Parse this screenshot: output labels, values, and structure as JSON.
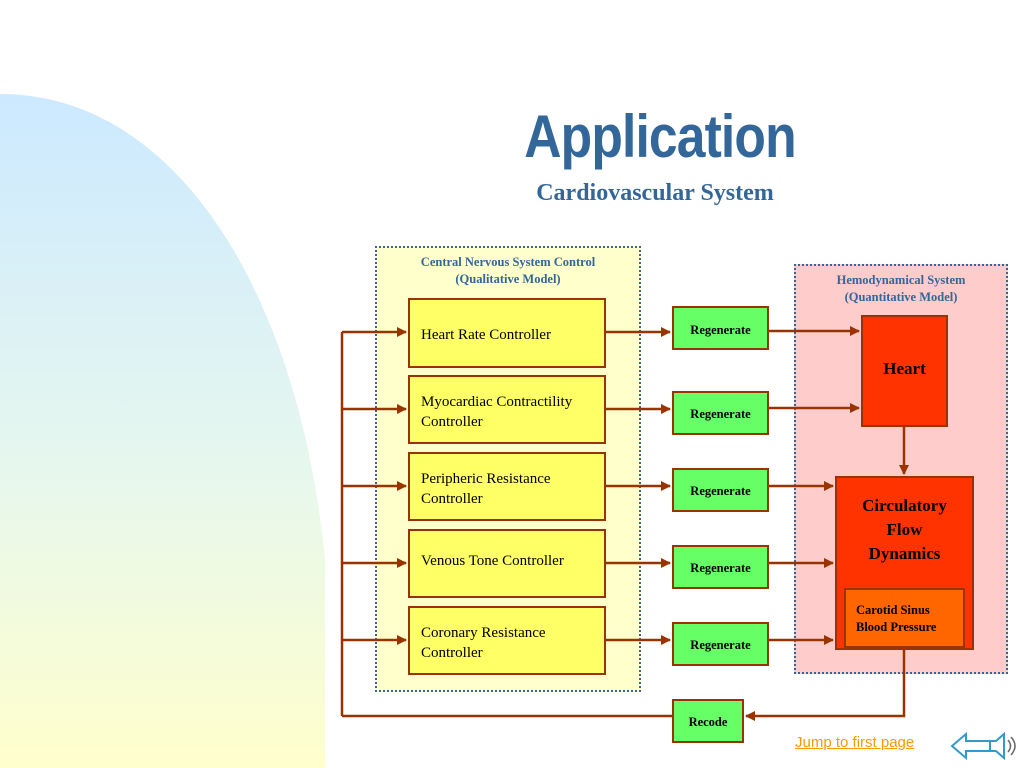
{
  "slide": {
    "title": "Application",
    "subtitle": "Cardiovascular System",
    "colors": {
      "title": "#336699",
      "controller_fill": "#ffff66",
      "regen_fill": "#66ff66",
      "heart_fill": "#ff3300",
      "carotid_fill": "#ff6600",
      "arrow": "#993300",
      "link": "#ff9900"
    }
  },
  "cns": {
    "title_line1": "Central Nervous System Control",
    "title_line2": "(Qualitative Model)",
    "controllers": [
      {
        "line1": "Heart Rate Controller",
        "line2": ""
      },
      {
        "line1": "Myocardiac Contractility",
        "line2": "Controller"
      },
      {
        "line1": "Peripheric Resistance",
        "line2": "Controller"
      },
      {
        "line1": "Venous Tone Controller",
        "line2": ""
      },
      {
        "line1": "Coronary Resistance",
        "line2": "Controller"
      }
    ]
  },
  "regenerate_labels": [
    "Regenerate",
    "Regenerate",
    "Regenerate",
    "Regenerate",
    "Regenerate"
  ],
  "recode_label": "Recode",
  "hemo": {
    "title_line1": "Hemodynamical System",
    "title_line2": "(Quantitative Model)",
    "heart_label": "Heart",
    "circulatory_line1": "Circulatory",
    "circulatory_line2": "Flow",
    "circulatory_line3": "Dynamics",
    "carotid_line1": "Carotid Sinus",
    "carotid_line2": "Blood Pressure"
  },
  "footer": {
    "jump_link": "Jump to first page",
    "back_icon": "back-arrow-icon",
    "sound_icon": "sound-icon"
  }
}
